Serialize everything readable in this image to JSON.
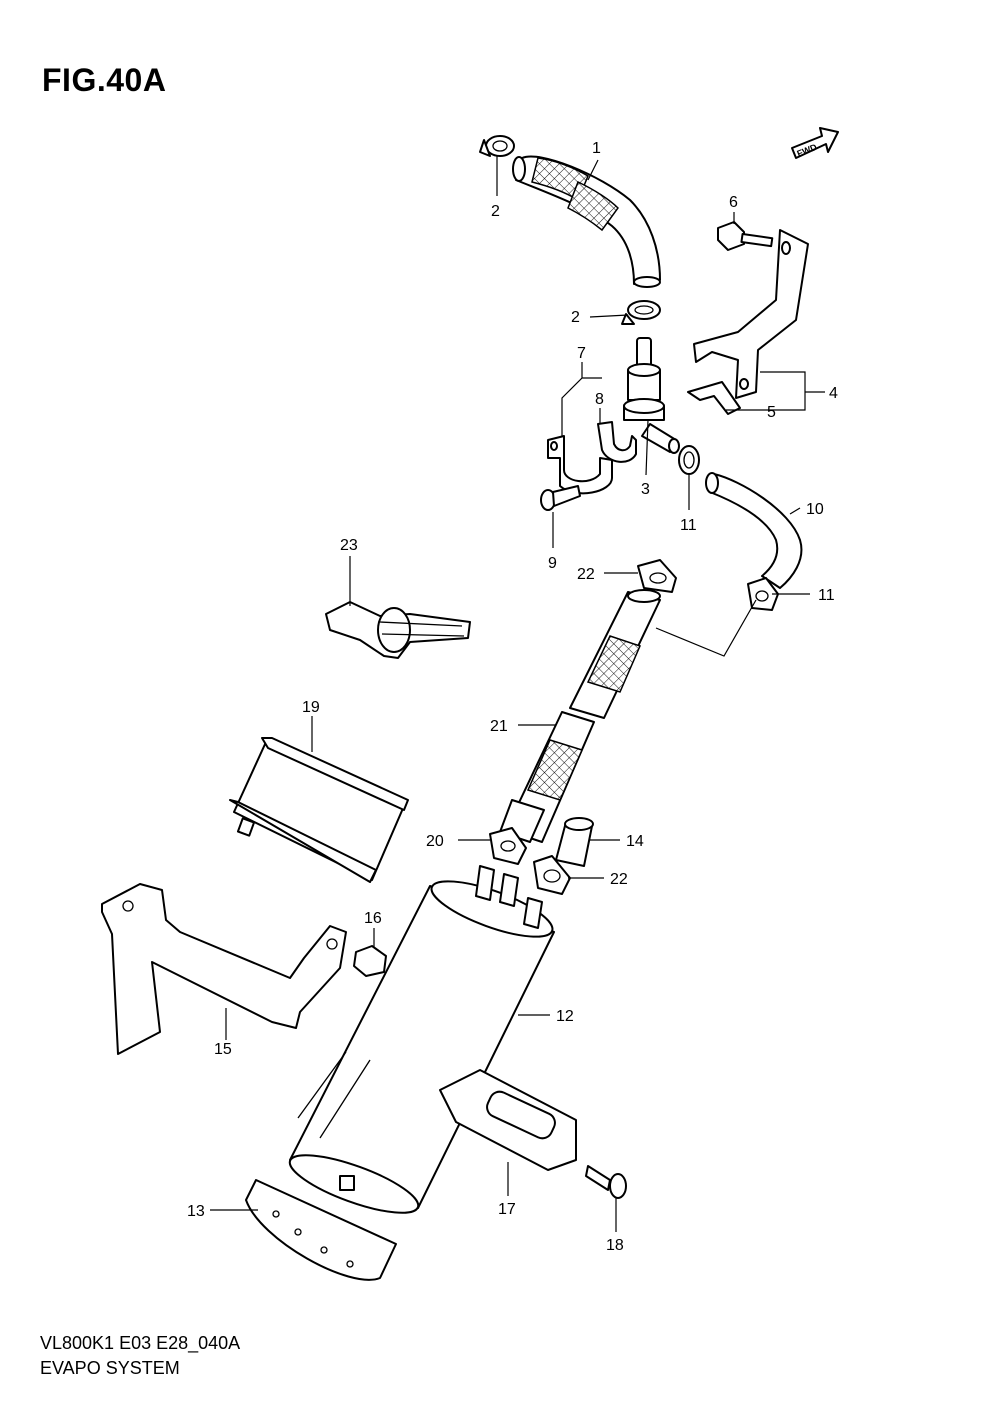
{
  "figure": {
    "title": "FIG.40A",
    "model_code": "VL800K1 E03 E28_040A",
    "section_name": "EVAPO SYSTEM",
    "direction_badge": "FWD"
  },
  "callouts": [
    {
      "id": "c1",
      "label": "1"
    },
    {
      "id": "c2a",
      "label": "2"
    },
    {
      "id": "c2b",
      "label": "2"
    },
    {
      "id": "c3",
      "label": "3"
    },
    {
      "id": "c4",
      "label": "4"
    },
    {
      "id": "c5",
      "label": "5"
    },
    {
      "id": "c6",
      "label": "6"
    },
    {
      "id": "c7",
      "label": "7"
    },
    {
      "id": "c8",
      "label": "8"
    },
    {
      "id": "c9",
      "label": "9"
    },
    {
      "id": "c10",
      "label": "10"
    },
    {
      "id": "c11a",
      "label": "11"
    },
    {
      "id": "c11b",
      "label": "11"
    },
    {
      "id": "c12",
      "label": "12"
    },
    {
      "id": "c13",
      "label": "13"
    },
    {
      "id": "c14",
      "label": "14"
    },
    {
      "id": "c15",
      "label": "15"
    },
    {
      "id": "c16",
      "label": "16"
    },
    {
      "id": "c17",
      "label": "17"
    },
    {
      "id": "c18",
      "label": "18"
    },
    {
      "id": "c19",
      "label": "19"
    },
    {
      "id": "c20",
      "label": "20"
    },
    {
      "id": "c21",
      "label": "21"
    },
    {
      "id": "c22a",
      "label": "22"
    },
    {
      "id": "c22b",
      "label": "22"
    },
    {
      "id": "c23",
      "label": "23"
    }
  ]
}
